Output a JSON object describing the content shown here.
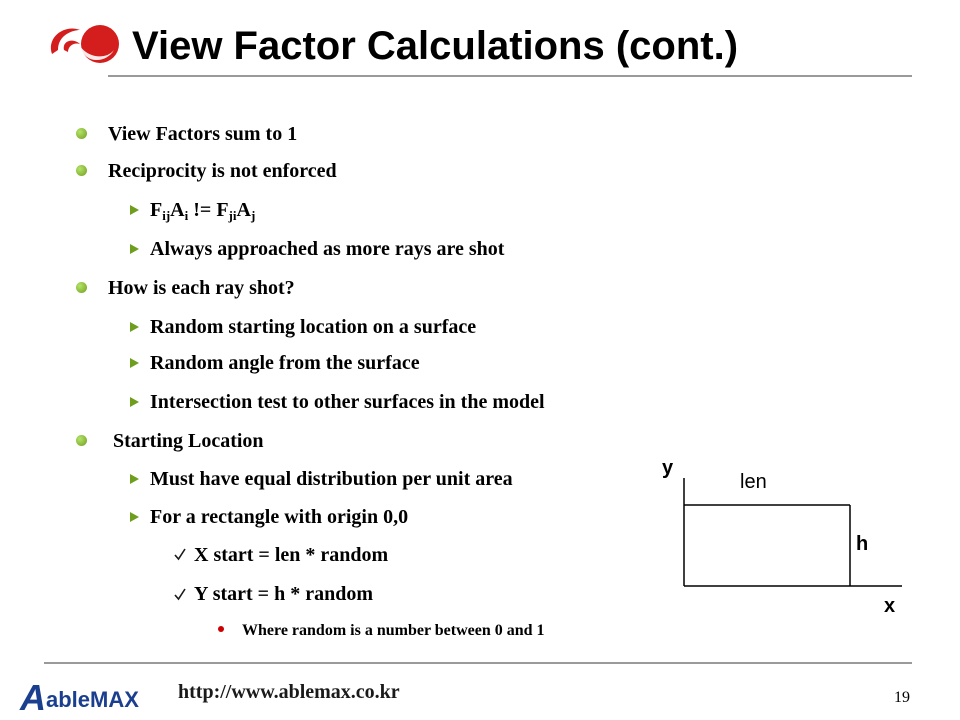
{
  "slide": {
    "title": "View Factor Calculations (cont.)",
    "page_number": "19"
  },
  "bullets": [
    {
      "text": "View Factors sum to 1"
    },
    {
      "text": "Reciprocity is not enforced"
    },
    {
      "formula": {
        "f1": "F",
        "s1": "ij",
        "a1": "A",
        "s2": "i",
        "op": " != ",
        "f2": "F",
        "s3": "ji",
        "a2": "A",
        "s4": "j"
      }
    },
    {
      "text": "Always approached as more rays are shot"
    },
    {
      "text": "How is each ray shot?"
    },
    {
      "text": "Random starting location on a surface"
    },
    {
      "text": "Random angle from the surface"
    },
    {
      "text": "Intersection test to other surfaces in the model"
    },
    {
      "text": " Starting Location"
    },
    {
      "text": "Must have equal distribution per unit area"
    },
    {
      "text": "For a rectangle with origin 0,0"
    },
    {
      "text": "X start = len * random"
    },
    {
      "text": "Y start = h * random"
    },
    {
      "text": "Where random is a number between 0 and 1"
    }
  ],
  "diagram": {
    "y_label": "y",
    "x_label": "x",
    "len_label": "len",
    "h_label": "h"
  },
  "footer": {
    "url": "http://www.ablemax.co.kr",
    "brand_mark": "A",
    "brand_text": "ableMAX"
  },
  "icons": {
    "level1_bullet": "green-dot-icon",
    "level2_bullet": "green-arrow-icon",
    "level3_bullet": "checkmark-icon",
    "level4_bullet": "red-dot-icon"
  },
  "colors": {
    "bullet_green": "#6e9e1e",
    "bullet_red": "#cc0000",
    "logo_red": "#d41e1e",
    "brand_blue": "#1b3f8f",
    "rule_gray": "#9a9a9a"
  }
}
